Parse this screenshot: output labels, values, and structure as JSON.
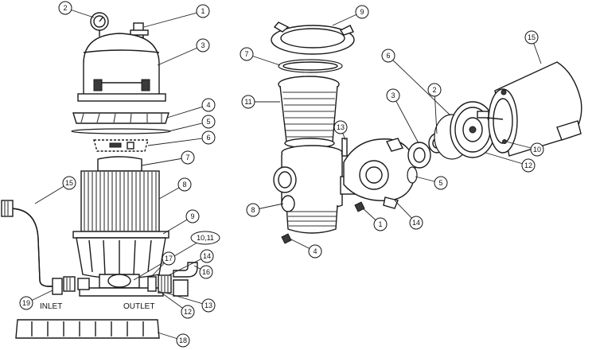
{
  "filter_callouts": [
    "1",
    "2",
    "3",
    "4",
    "5",
    "6",
    "7",
    "8",
    "9",
    "10,11",
    "12",
    "13",
    "14",
    "15",
    "16",
    "17",
    "18",
    "19"
  ],
  "pump_callouts": [
    "1",
    "2",
    "3",
    "4",
    "5",
    "6",
    "7",
    "8",
    "9",
    "10",
    "11",
    "12",
    "13",
    "14",
    "15"
  ],
  "port_labels": {
    "inlet": "INLET",
    "outlet": "OUTLET"
  }
}
